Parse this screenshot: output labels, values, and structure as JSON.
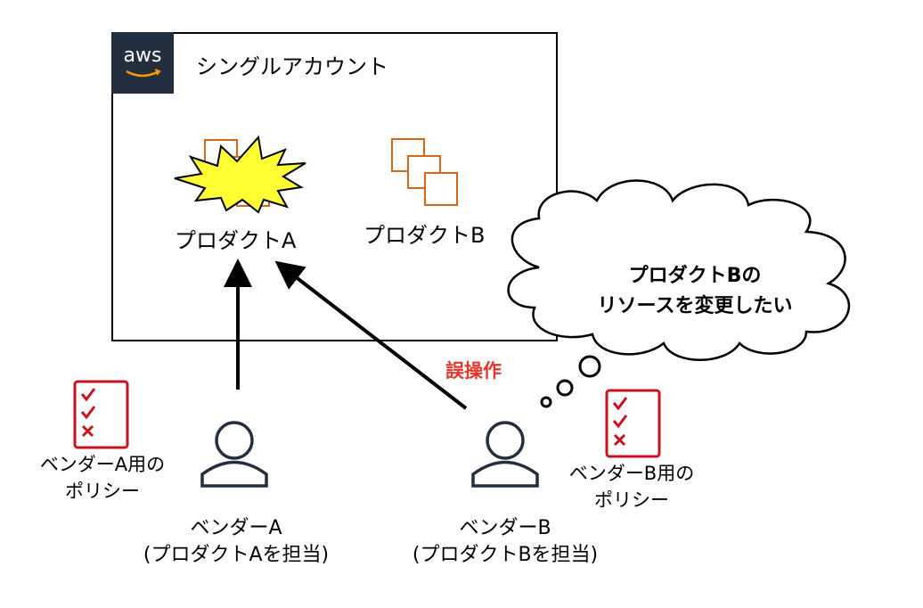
{
  "account": {
    "aws_logo_text": "aws",
    "title": "シングルアカウント"
  },
  "products": {
    "a_label": "プロダクトA",
    "b_label": "プロダクトB"
  },
  "thought": {
    "line1": "プロダクトBの",
    "line2": "リソースを変更したい"
  },
  "misoperation_label": "誤操作",
  "policies": {
    "a": {
      "line1": "ベンダーA用の",
      "line2": "ポリシー"
    },
    "b": {
      "line1": "ベンダーB用の",
      "line2": "ポリシー"
    }
  },
  "vendors": {
    "a": {
      "line1": "ベンダーA",
      "line2": "(プロダクトAを担当)"
    },
    "b": {
      "line1": "ベンダーB",
      "line2": "(プロダクトBを担当)"
    }
  },
  "colors": {
    "aws_dark": "#232f3e",
    "resource_orange": "#d86613",
    "policy_red": "#c7131f",
    "alert_red": "#e0372e",
    "explosion_yellow": "#ffff33",
    "user_gray": "#232f3e"
  },
  "icons": {
    "product_a": "resource-group-icon",
    "product_b": "resource-group-icon",
    "explosion": "explosion-icon",
    "policy": "checklist-icon",
    "user": "user-icon"
  }
}
